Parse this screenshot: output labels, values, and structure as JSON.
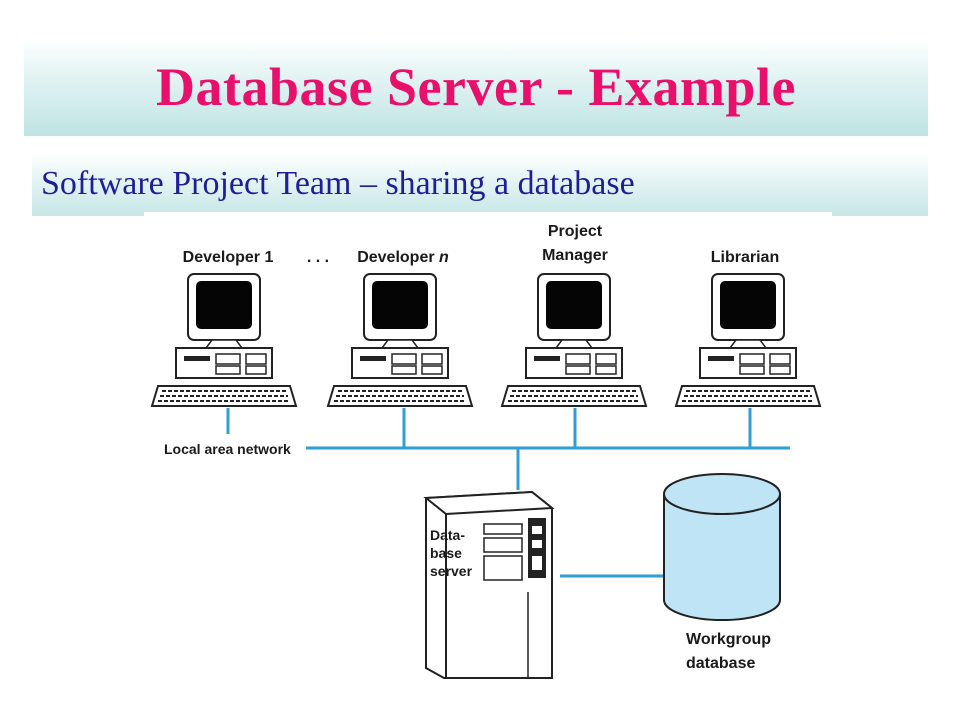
{
  "slide": {
    "title": "Database Server - Example",
    "subtitle": "Software Project Team – sharing a database"
  },
  "diagram": {
    "workstations": [
      {
        "label_lines": [
          "Developer 1"
        ]
      },
      {
        "label_lines": [
          "Developer n"
        ]
      },
      {
        "label_lines": [
          "Project",
          "Manager"
        ]
      },
      {
        "label_lines": [
          "Librarian"
        ]
      }
    ],
    "ellipsis": ". . .",
    "network_label": "Local area network",
    "server_label_lines": [
      "Data-",
      "base",
      "server"
    ],
    "database_label_lines": [
      "Workgroup",
      "database"
    ],
    "colors": {
      "title": "#e8106b",
      "subtitle": "#1e1e96",
      "network_line": "#2e9fd6",
      "database_fill": "#bfe4f5"
    }
  }
}
